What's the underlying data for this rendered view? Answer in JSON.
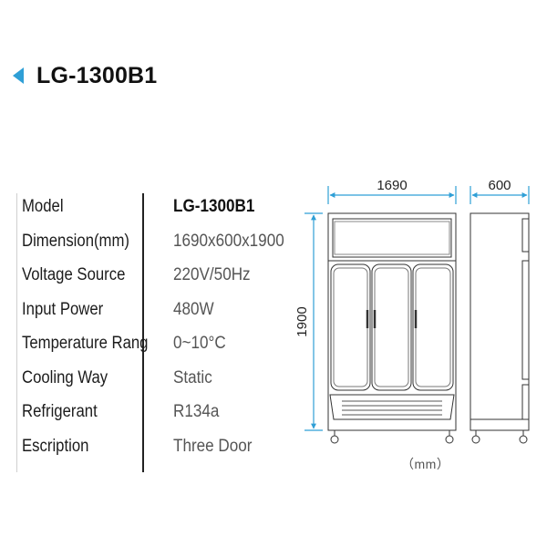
{
  "title": "LG-1300B1",
  "specs": [
    {
      "label": "Model",
      "value": "LG-1300B1"
    },
    {
      "label": "Dimension(mm)",
      "value": "1690x600x1900"
    },
    {
      "label": "Voltage Source",
      "value": "220V/50Hz"
    },
    {
      "label": "Input Power",
      "value": "480W"
    },
    {
      "label": "Temperature Rang",
      "value": "0~10°C"
    },
    {
      "label": "Cooling Way",
      "value": "Static"
    },
    {
      "label": "Refrigerant",
      "value": "R134a"
    },
    {
      "label": "Escription",
      "value": "Three Door"
    }
  ],
  "drawing": {
    "width_label": "1690",
    "depth_label": "600",
    "height_label": "1900",
    "unit_label": "（mm）"
  },
  "colors": {
    "accent": "#2f9fd6"
  },
  "icons": {
    "title_marker": "triangle-left-icon"
  }
}
